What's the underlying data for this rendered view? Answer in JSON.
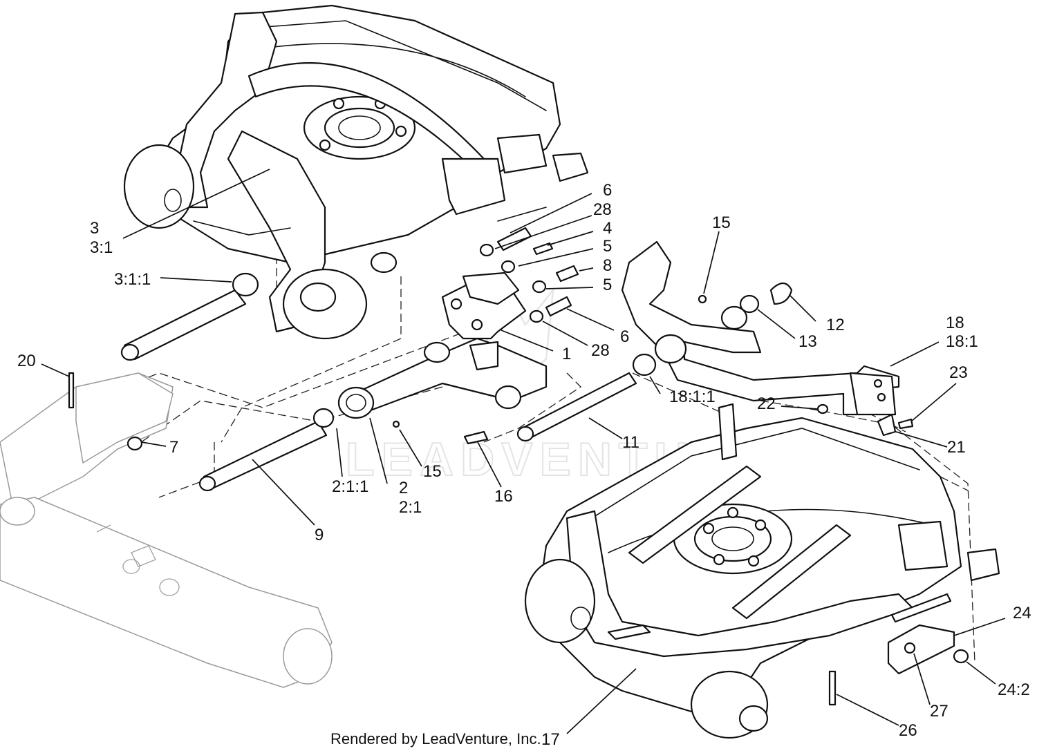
{
  "callouts": [
    {
      "id": "c-3",
      "text": "3"
    },
    {
      "id": "c-3-1",
      "text": "3:1"
    },
    {
      "id": "c-3-1-1",
      "text": "3:1:1"
    },
    {
      "id": "c-6a",
      "text": "6"
    },
    {
      "id": "c-28a",
      "text": "28"
    },
    {
      "id": "c-4",
      "text": "4"
    },
    {
      "id": "c-5a",
      "text": "5"
    },
    {
      "id": "c-8",
      "text": "8"
    },
    {
      "id": "c-5b",
      "text": "5"
    },
    {
      "id": "c-6b",
      "text": "6"
    },
    {
      "id": "c-28b",
      "text": "28"
    },
    {
      "id": "c-1",
      "text": "1"
    },
    {
      "id": "c-15a",
      "text": "15"
    },
    {
      "id": "c-12",
      "text": "12"
    },
    {
      "id": "c-13",
      "text": "13"
    },
    {
      "id": "c-18",
      "text": "18"
    },
    {
      "id": "c-18-1",
      "text": "18:1"
    },
    {
      "id": "c-18-1-1",
      "text": "18:1:1"
    },
    {
      "id": "c-23",
      "text": "23"
    },
    {
      "id": "c-22",
      "text": "22"
    },
    {
      "id": "c-21",
      "text": "21"
    },
    {
      "id": "c-20",
      "text": "20"
    },
    {
      "id": "c-7",
      "text": "7"
    },
    {
      "id": "c-9",
      "text": "9"
    },
    {
      "id": "c-2-1-1",
      "text": "2:1:1"
    },
    {
      "id": "c-2",
      "text": "2"
    },
    {
      "id": "c-2-1",
      "text": "2:1"
    },
    {
      "id": "c-15b",
      "text": "15"
    },
    {
      "id": "c-16",
      "text": "16"
    },
    {
      "id": "c-11",
      "text": "11"
    },
    {
      "id": "c-24",
      "text": "24"
    },
    {
      "id": "c-24-2",
      "text": "24:2"
    },
    {
      "id": "c-27",
      "text": "27"
    },
    {
      "id": "c-26",
      "text": "26"
    },
    {
      "id": "c-17",
      "text": "17"
    }
  ],
  "credit": "Rendered by LeadVenture, Inc.",
  "watermark": "LEADVENTURE"
}
